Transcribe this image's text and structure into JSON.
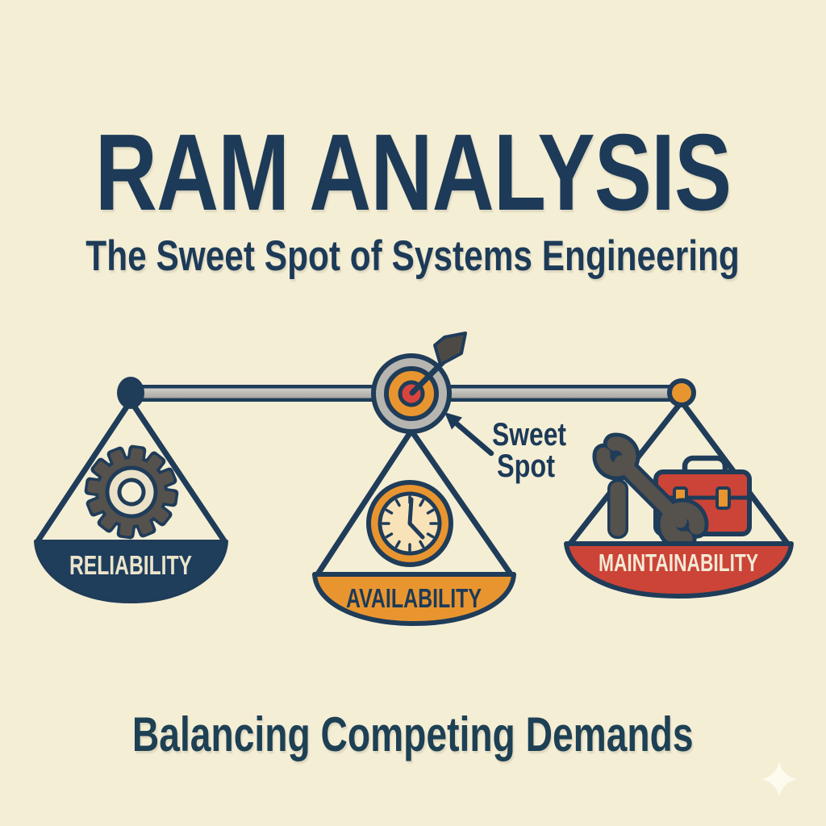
{
  "title": "RAM ANALYSIS",
  "subtitle": "The Sweet Spot of Systems Engineering",
  "footer": "Balancing Competing Demands",
  "sweet_spot": {
    "line1": "Sweet",
    "line2": "Spot"
  },
  "pans": {
    "reliability": {
      "label": "RELIABILITY",
      "icon": "gear-icon",
      "pan_color": "#1f3e5c",
      "label_color": "#ece4cb"
    },
    "availability": {
      "label": "AVAILABILITY",
      "icon": "clock-icon",
      "pan_color": "#e9952f",
      "label_color": "#1c3a58"
    },
    "maintainability": {
      "label": "MAINTAINABILITY",
      "icon": "wrench-toolbox-icon",
      "pan_color": "#cc4437",
      "label_color": "#f2ead6"
    }
  },
  "beam": {
    "center_icon": "target-bullseye-icon",
    "left_pivot_color": "#1f3c59",
    "right_pivot_color": "#e9952f"
  },
  "decorations": {
    "corner_icon": "sparkle-icon"
  },
  "colors": {
    "background": "#f4eed5",
    "navy": "#1d3b58",
    "orange": "#e9952f",
    "red": "#cc4437",
    "beam_gray": "#b7b5b0",
    "tool_gray": "#55514d",
    "cream_text": "#efe7cf",
    "clock_face": "#f8e2b8"
  }
}
